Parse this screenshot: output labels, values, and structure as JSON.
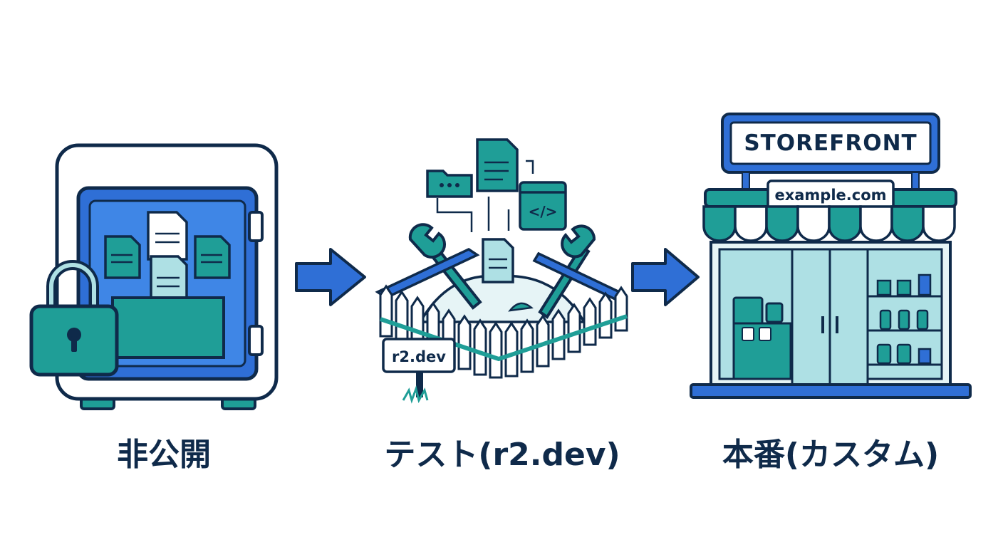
{
  "stages": [
    {
      "label": "非公開",
      "icon": "safe-icon"
    },
    {
      "label": "テスト(r2.dev)",
      "icon": "sandbox-icon",
      "sign_text": "r2.dev"
    },
    {
      "label": "本番(カスタム)",
      "icon": "storefront-icon",
      "sign_title": "STOREFRONT",
      "sign_domain": "example.com"
    }
  ],
  "colors": {
    "navy": "#0f2a4a",
    "blue": "#2f6fd6",
    "teal": "#1f9e97",
    "light_teal": "#aee0e4",
    "pale": "#e6f4f6"
  }
}
